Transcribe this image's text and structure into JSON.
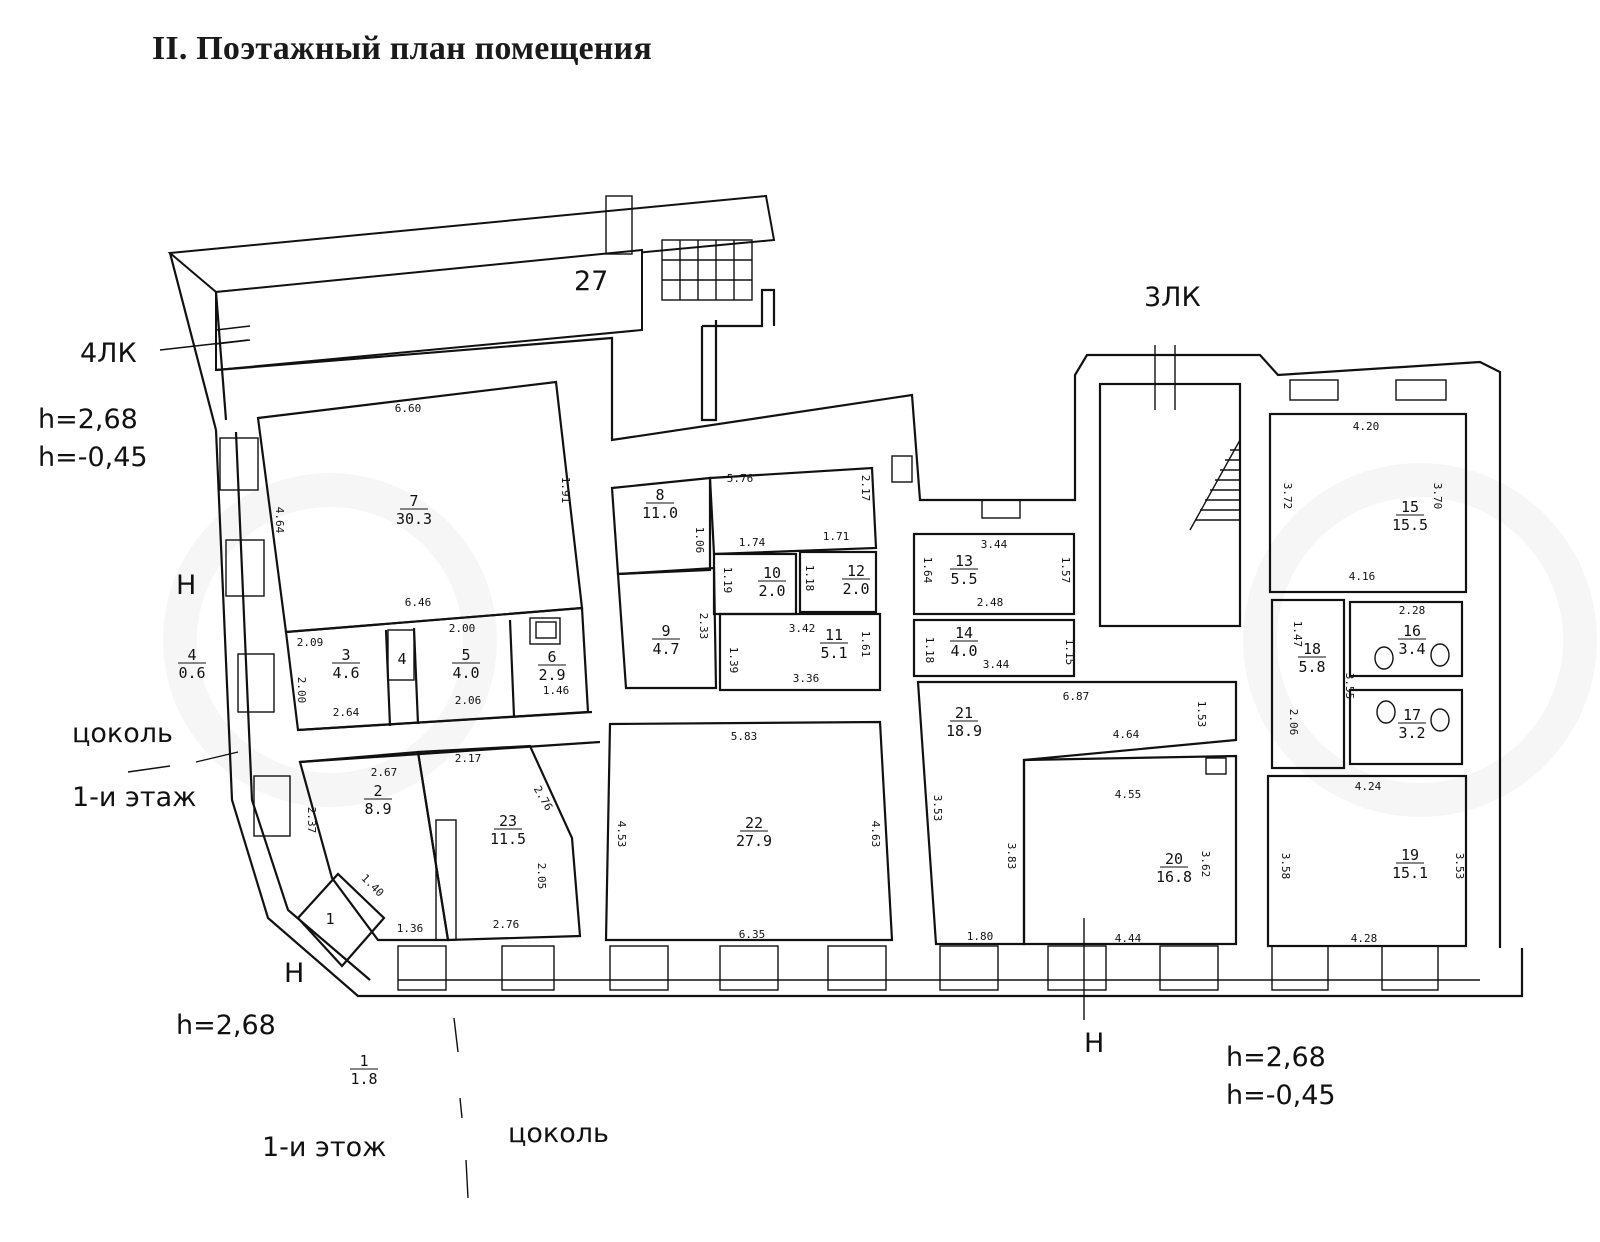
{
  "title": "II. Поэтажный план помещения",
  "labels": {
    "stair_4lk": "4ЛК",
    "stair_3lk": "3ЛК",
    "label_27": "27",
    "h_left_1": "h=2,68",
    "h_left_2": "h=-0,45",
    "h_bottom_left": "h=2,68",
    "h_bottom_right_1": "h=2,68",
    "h_bottom_right_2": "h=-0,45",
    "n_left": "Н",
    "n_bottom_left": "Н",
    "n_bottom_right": "Н",
    "tsokol_left": "цоколь",
    "floor1_left": "1-и этаж",
    "floor1_bottom": "1-и этож",
    "tsokol_bottom": "цоколь"
  },
  "rooms": [
    {
      "id": "r7",
      "num": "7",
      "area": "30.3"
    },
    {
      "id": "r8",
      "num": "8",
      "area": "11.0"
    },
    {
      "id": "r9",
      "num": "9",
      "area": "4.7"
    },
    {
      "id": "r10",
      "num": "10",
      "area": "2.0"
    },
    {
      "id": "r11",
      "num": "11",
      "area": "5.1"
    },
    {
      "id": "r12",
      "num": "12",
      "area": "2.0"
    },
    {
      "id": "r13",
      "num": "13",
      "area": "5.5"
    },
    {
      "id": "r14",
      "num": "14",
      "area": "4.0"
    },
    {
      "id": "r15",
      "num": "15",
      "area": "15.5"
    },
    {
      "id": "r16",
      "num": "16",
      "area": "3.4"
    },
    {
      "id": "r17",
      "num": "17",
      "area": "3.2"
    },
    {
      "id": "r18",
      "num": "18",
      "area": "5.8"
    },
    {
      "id": "r19",
      "num": "19",
      "area": "15.1"
    },
    {
      "id": "r20",
      "num": "20",
      "area": "16.8"
    },
    {
      "id": "r21",
      "num": "21",
      "area": "18.9"
    },
    {
      "id": "r22",
      "num": "22",
      "area": "27.9"
    },
    {
      "id": "r23",
      "num": "23",
      "area": "11.5"
    },
    {
      "id": "r2",
      "num": "2",
      "area": "8.9"
    },
    {
      "id": "r3",
      "num": "3",
      "area": "4.6"
    },
    {
      "id": "r4a",
      "num": "4",
      "area": ""
    },
    {
      "id": "r4b",
      "num": "4",
      "area": "0.6"
    },
    {
      "id": "r5",
      "num": "5",
      "area": "4.0"
    },
    {
      "id": "r6",
      "num": "6",
      "area": "2.9"
    },
    {
      "id": "r1a",
      "num": "1",
      "area": ""
    },
    {
      "id": "r1b",
      "num": "1",
      "area": "1.8"
    }
  ],
  "dims": [
    "6.60",
    "4.64",
    "1.91",
    "6.46",
    "5.76",
    "2.17",
    "1.06",
    "1.74",
    "1.71",
    "1.19",
    "1.18",
    "2.33",
    "1.39",
    "3.42",
    "1.61",
    "3.36",
    "3.44",
    "1.64",
    "1.57",
    "2.48",
    "1.18",
    "1.15",
    "3.44",
    "4.20",
    "3.72",
    "3.70",
    "4.16",
    "2.28",
    "1.47",
    "3.55",
    "2.06",
    "4.24",
    "3.58",
    "3.53",
    "4.28",
    "6.87",
    "4.64",
    "1.53",
    "4.55",
    "3.83",
    "3.62",
    "4.44",
    "1.80",
    "3.53",
    "5.83",
    "4.53",
    "4.63",
    "6.35",
    "2.17",
    "2.76",
    "2.05",
    "2.76",
    "2.67",
    "2.37",
    "1.40",
    "1.36",
    "2.09",
    "2.00",
    "2.64",
    "2.00",
    "2.06",
    "1.46"
  ]
}
